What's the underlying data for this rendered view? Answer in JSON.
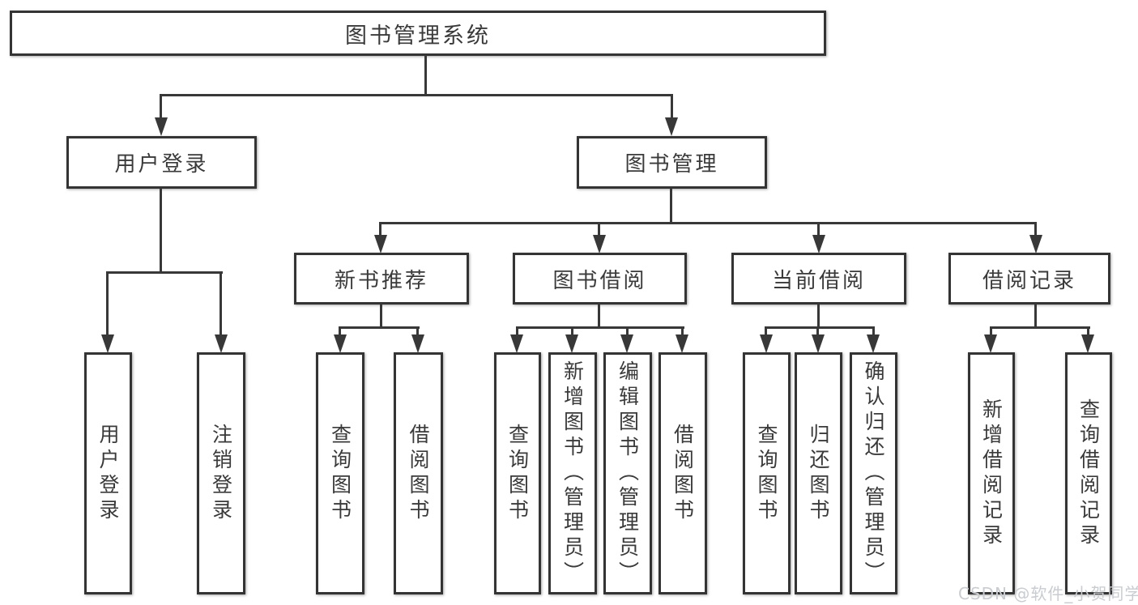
{
  "diagram_type": "hierarchy-tree",
  "watermark": "CSDN @软件_小贺同学",
  "colors": {
    "background": "#ffffff",
    "line": "#383838",
    "box_border": "#343434",
    "text": "#3a3a3a",
    "watermark": "#c9ccd0"
  },
  "tree": {
    "root": "图书管理系统",
    "children": [
      {
        "label": "用户登录",
        "children": [
          "用户登录",
          "注销登录"
        ]
      },
      {
        "label": "图书管理",
        "children": [
          {
            "label": "新书推荐",
            "children": [
              "查询图书",
              "借阅图书"
            ]
          },
          {
            "label": "图书借阅",
            "children": [
              "查询图书",
              "新增图书（管理员）",
              "编辑图书（管理员）",
              "借阅图书"
            ]
          },
          {
            "label": "当前借阅",
            "children": [
              "查询图书",
              "归还图书",
              "确认归还（管理员）"
            ]
          },
          {
            "label": "借阅记录",
            "children": [
              "新增借阅记录",
              "查询借阅记录"
            ]
          }
        ]
      }
    ]
  }
}
